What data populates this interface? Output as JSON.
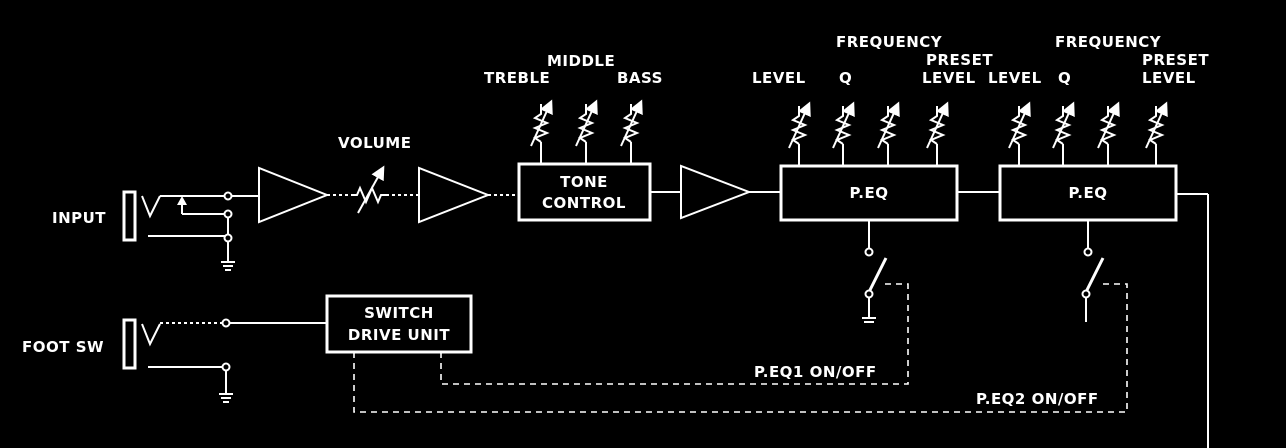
{
  "labels": {
    "input": "INPUT",
    "foot_sw": "FOOT SW",
    "volume": "VOLUME",
    "treble": "TREBLE",
    "middle": "MIDDLE",
    "bass": "BASS",
    "tone_control_line1": "TONE",
    "tone_control_line2": "CONTROL",
    "peq1_level": "LEVEL",
    "peq1_q": "Q",
    "peq1_frequency": "FREQUENCY",
    "peq1_preset_line1": "PRESET",
    "peq1_preset_line2": "LEVEL",
    "peq1_box": "P.EQ",
    "peq2_level": "LEVEL",
    "peq2_q": "Q",
    "peq2_frequency": "FREQUENCY",
    "peq2_preset_line1": "PRESET",
    "peq2_preset_line2": "LEVEL",
    "peq2_box": "P.EQ",
    "switch_drive_line1": "SWITCH",
    "switch_drive_line2": "DRIVE UNIT",
    "peq1_onoff": "P.EQ1 ON/OFF",
    "peq2_onoff": "P.EQ2 ON/OFF"
  },
  "colors": {
    "background": "#000000",
    "ink": "#ffffff"
  }
}
